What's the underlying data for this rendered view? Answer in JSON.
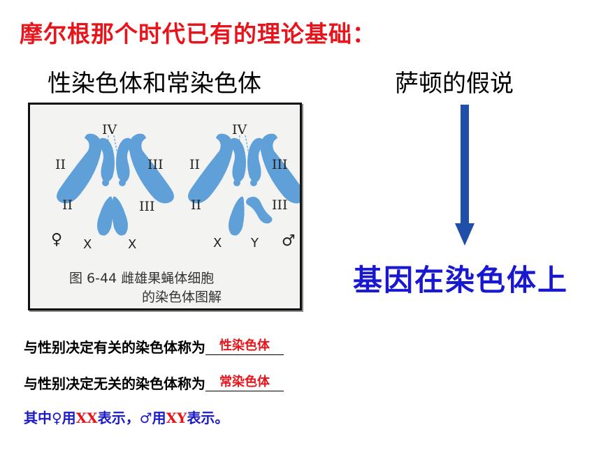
{
  "title": "摩尔根那个时代已有的理论基础：",
  "left_heading": "性染色体和常染色体",
  "right_heading": "萨顿的假说",
  "conclusion": "基因在染色体上",
  "figure": {
    "caption_line1": "图 6-44  雌雄果蝇体细胞",
    "caption_line2": "的染色体图解",
    "roman_ii": "II",
    "roman_iii": "III",
    "roman_iv": "IV",
    "female_symbol": "♀",
    "male_symbol": "♂",
    "x_label": "X",
    "y_label": "Y"
  },
  "statements": {
    "line1_prefix": "与性别决定有关的染色体称为",
    "line1_answer": "性染色体",
    "line2_prefix": "与性别决定无关的染色体称为",
    "line2_answer": "常染色体",
    "line3_part1": "其中",
    "line3_female": "♀",
    "line3_part2": "用",
    "line3_xx": "XX",
    "line3_part3": "表示，",
    "line3_male": "♂",
    "line3_part4": "用",
    "line3_xy": "XY",
    "line3_part5": "表示。"
  },
  "colors": {
    "title_red": "#e8141b",
    "conclusion_blue": "#1818d0",
    "arrow_blue": "#1f4fa8",
    "chromosome_blue": "#5fa0d8"
  }
}
